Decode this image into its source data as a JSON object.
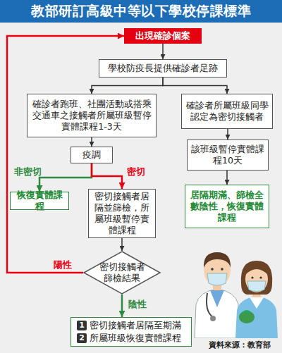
{
  "diagram": {
    "title": "教部研訂高級中等以下學校停課標準",
    "nodes": [
      {
        "text": [
          "出現確診個案"
        ]
      },
      {
        "text": [
          "學校防疫長提供確診者足跡"
        ]
      },
      {
        "text": [
          "確診者跑班、社團活動或搭乘交通車之接觸者所屬班級暫停實體課程1-3天"
        ]
      },
      {
        "text": [
          "確診者所屬班級同學認定為密切接觸者"
        ]
      },
      {
        "text": [
          "疫調"
        ]
      },
      {
        "text": [
          "該班級暫停實體課程10天"
        ]
      },
      {
        "text": [
          "恢復實體課程"
        ]
      },
      {
        "text": [
          "密切接觸者居隔並篩檢，所屬班級暫停實體課程"
        ]
      },
      {
        "text": [
          "居隔期滿、篩檢全數陰性，恢復實體課程"
        ]
      },
      {
        "text": [
          "密切接觸者篩檢結果"
        ]
      },
      {
        "text": [
          "1",
          "密切接觸者居隔至期滿",
          "2",
          "所屬班級恢復實體課程"
        ]
      }
    ],
    "edges": [
      {
        "from": 0,
        "to": 1,
        "arrow": "to"
      },
      {
        "from": 1,
        "to": 2,
        "arrow": "to"
      },
      {
        "from": 1,
        "to": 3,
        "arrow": "to"
      },
      {
        "from": 2,
        "to": 4,
        "arrow": "to"
      },
      {
        "from": 3,
        "to": 5,
        "arrow": "to"
      },
      {
        "from": 4,
        "to": 6,
        "label": "非密切",
        "arrow": "to"
      },
      {
        "from": 4,
        "to": 7,
        "label": "密切",
        "arrow": "to"
      },
      {
        "from": 5,
        "to": 8,
        "arrow": "to"
      },
      {
        "from": 7,
        "to": 9,
        "arrow": "to"
      },
      {
        "from": 9,
        "to": 0,
        "label": "陽性",
        "arrow": "to"
      },
      {
        "from": 9,
        "to": 10,
        "label": "陰性",
        "arrow": "to"
      }
    ],
    "labels": [
      "資料來源：教育部"
    ]
  }
}
